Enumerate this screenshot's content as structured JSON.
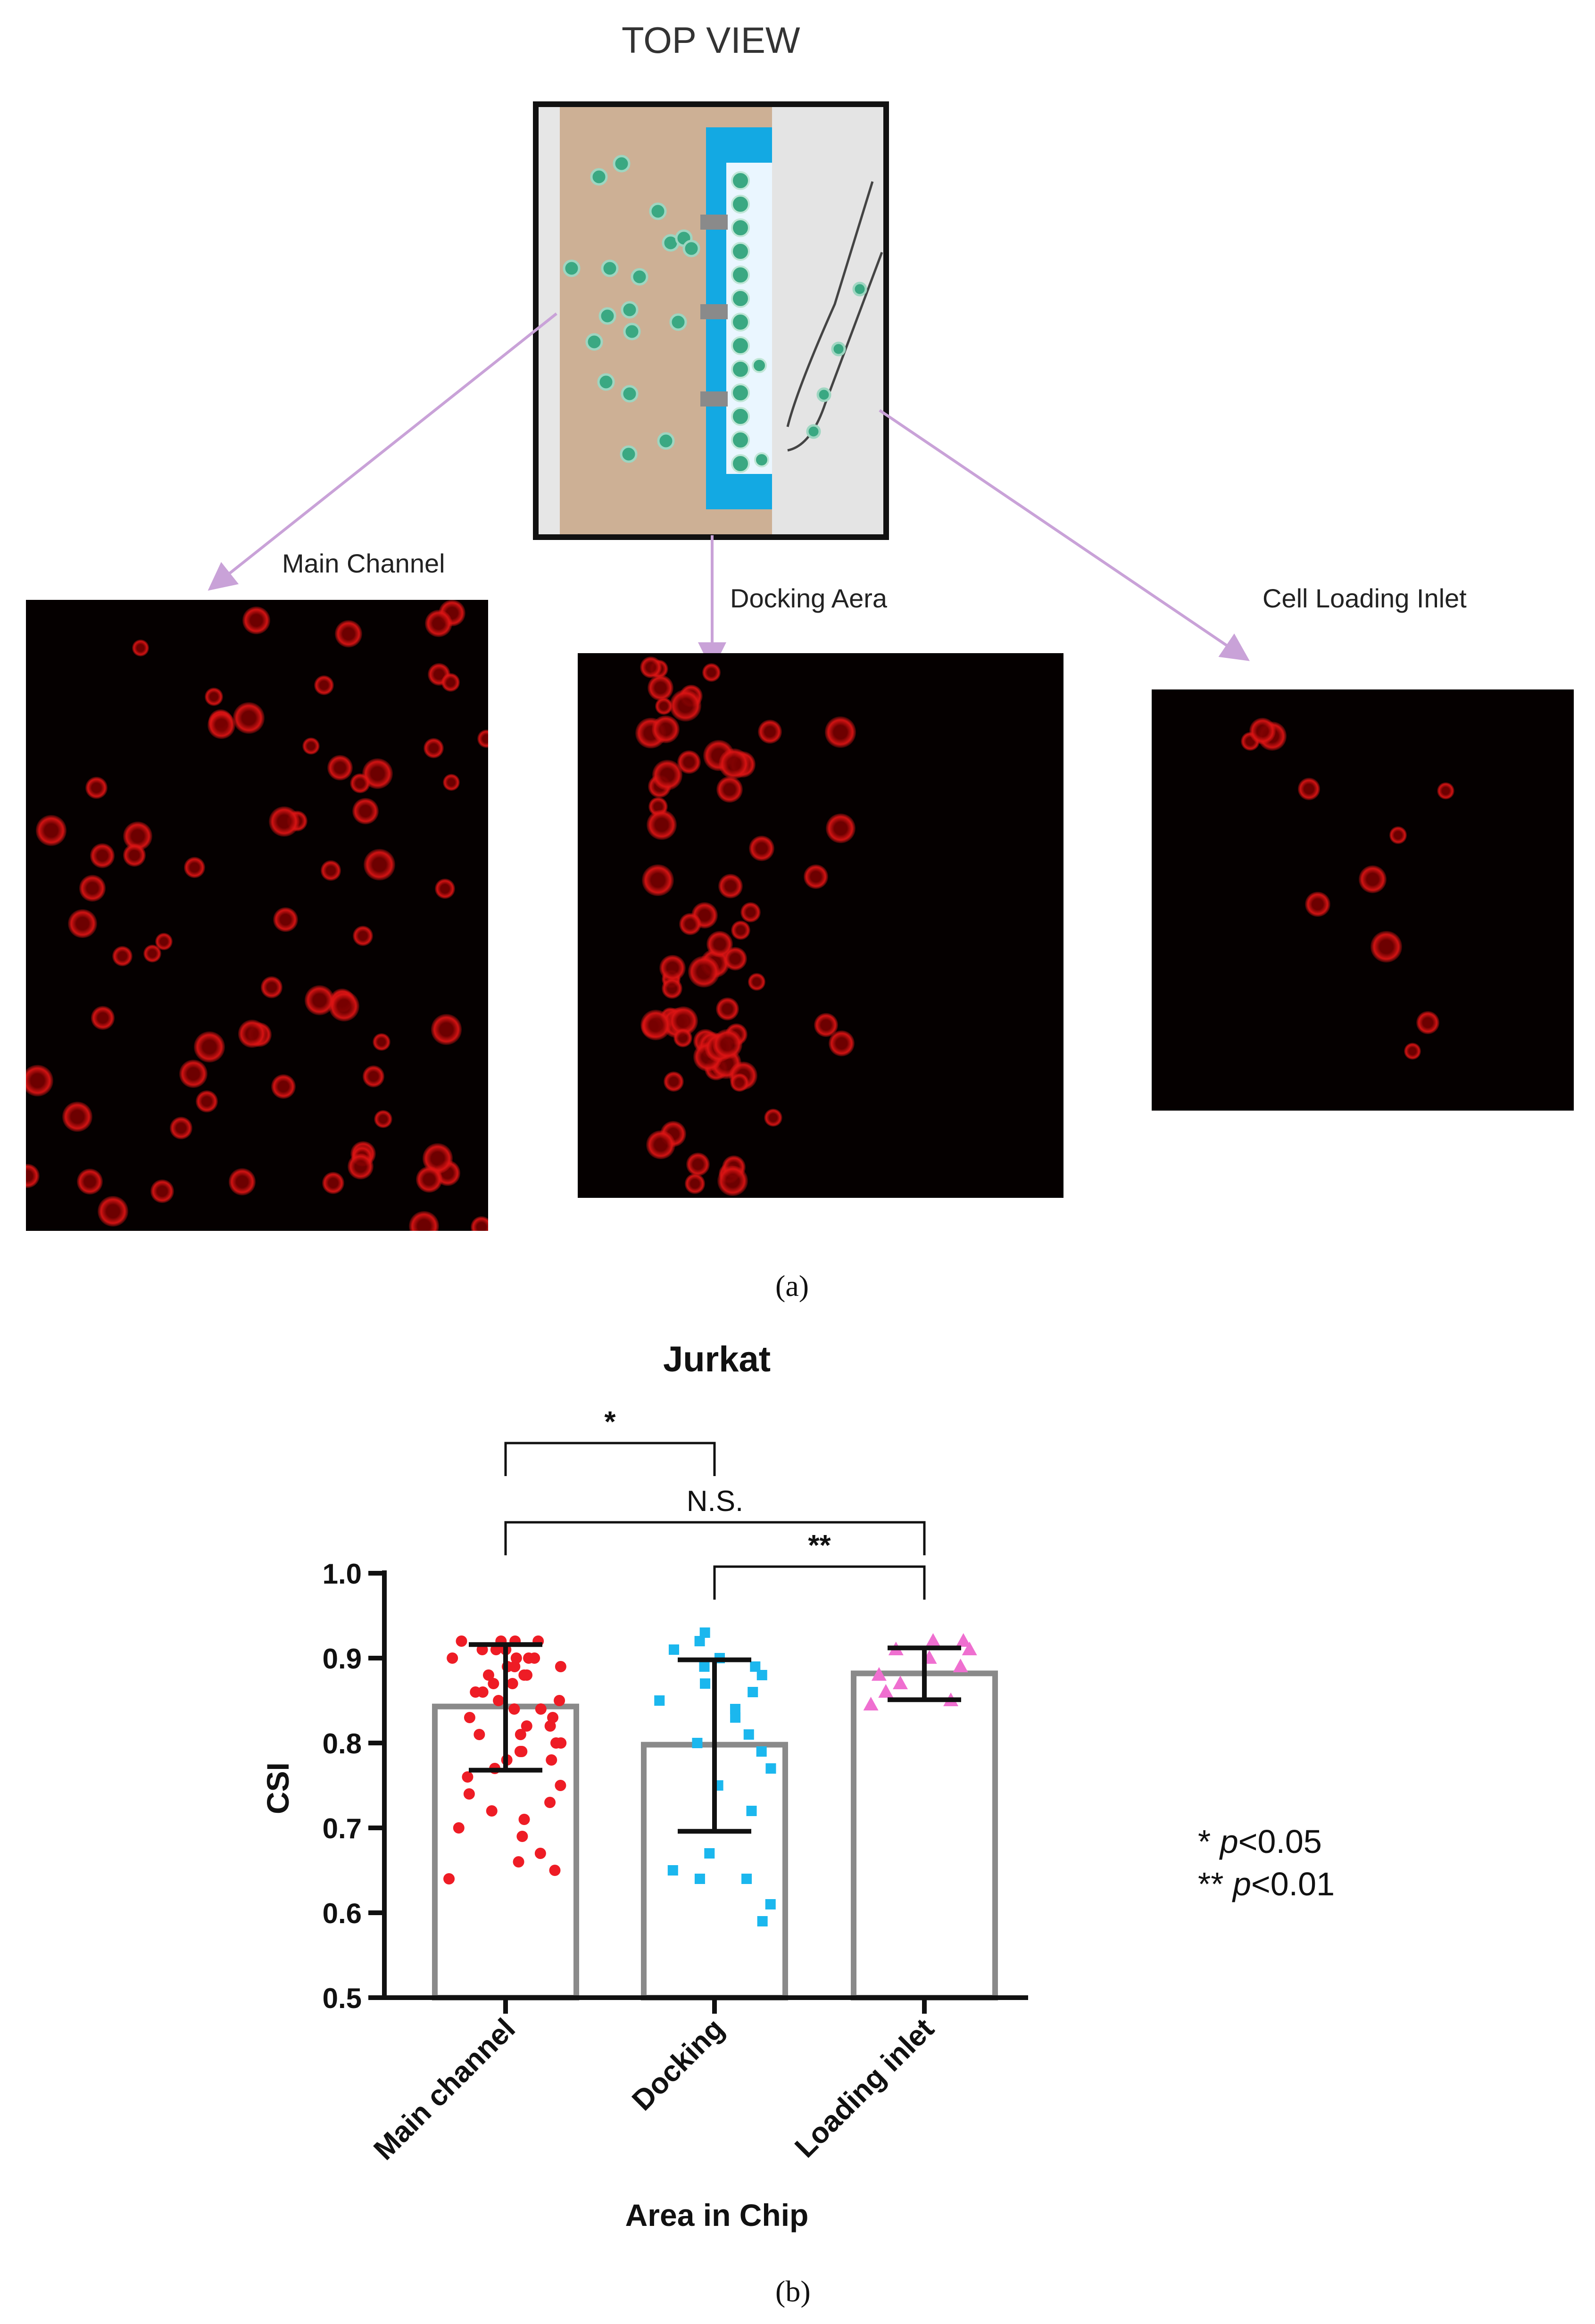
{
  "panel_a": {
    "title": "TOP VIEW",
    "label_main_channel": "Main Channel",
    "label_docking": "Docking Aera",
    "label_loading": "Cell Loading Inlet",
    "caption": "(a)"
  },
  "panel_b": {
    "caption": "(b)",
    "legend_line1_prefix": "* ",
    "legend_line1_italic": "p",
    "legend_line1_suffix": "<0.05",
    "legend_line2_prefix": "** ",
    "legend_line2_italic": "p",
    "legend_line2_suffix": "<0.01"
  },
  "colors": {
    "chip_tan": "#cdb095",
    "chip_blue": "#13a9e3",
    "cell_green": "#3aa882",
    "arrow_lilac": "#c9a2d8",
    "main_red": "#ee1c25",
    "docking_cyan": "#1bb7ee",
    "loading_pink": "#ef6fd0",
    "bar_gray": "#8a8a8a"
  },
  "chart_data": {
    "type": "bar",
    "title": "Jurkat",
    "xlabel": "Area in Chip",
    "ylabel": "CSI",
    "ylim": [
      0.5,
      1.0
    ],
    "yticks": [
      "0.5",
      "0.6",
      "0.7",
      "0.8",
      "0.9",
      "1.0"
    ],
    "categories": [
      "Main channel",
      "Docking",
      "Loading inlet"
    ],
    "means": [
      0.843,
      0.798,
      0.882
    ],
    "sd_lower": [
      0.768,
      0.696,
      0.851
    ],
    "sd_upper": [
      0.916,
      0.898,
      0.912
    ],
    "points": [
      [
        0.64,
        0.65,
        0.66,
        0.67,
        0.69,
        0.7,
        0.71,
        0.72,
        0.73,
        0.74,
        0.75,
        0.76,
        0.77,
        0.78,
        0.78,
        0.79,
        0.79,
        0.8,
        0.8,
        0.81,
        0.81,
        0.82,
        0.82,
        0.83,
        0.83,
        0.84,
        0.84,
        0.85,
        0.85,
        0.86,
        0.86,
        0.87,
        0.87,
        0.88,
        0.88,
        0.88,
        0.89,
        0.89,
        0.89,
        0.9,
        0.9,
        0.9,
        0.9,
        0.91,
        0.91,
        0.91,
        0.92,
        0.92,
        0.92,
        0.92
      ],
      [
        0.59,
        0.61,
        0.64,
        0.64,
        0.65,
        0.67,
        0.72,
        0.75,
        0.77,
        0.79,
        0.8,
        0.81,
        0.83,
        0.84,
        0.85,
        0.86,
        0.87,
        0.88,
        0.89,
        0.89,
        0.9,
        0.91,
        0.92,
        0.93
      ],
      [
        0.845,
        0.85,
        0.86,
        0.87,
        0.88,
        0.89,
        0.9,
        0.91,
        0.91,
        0.92,
        0.92
      ]
    ],
    "comparisons": [
      {
        "from": 0,
        "to": 1,
        "label": "*"
      },
      {
        "from": 0,
        "to": 2,
        "label": "N.S."
      },
      {
        "from": 1,
        "to": 2,
        "label": "**"
      }
    ]
  }
}
